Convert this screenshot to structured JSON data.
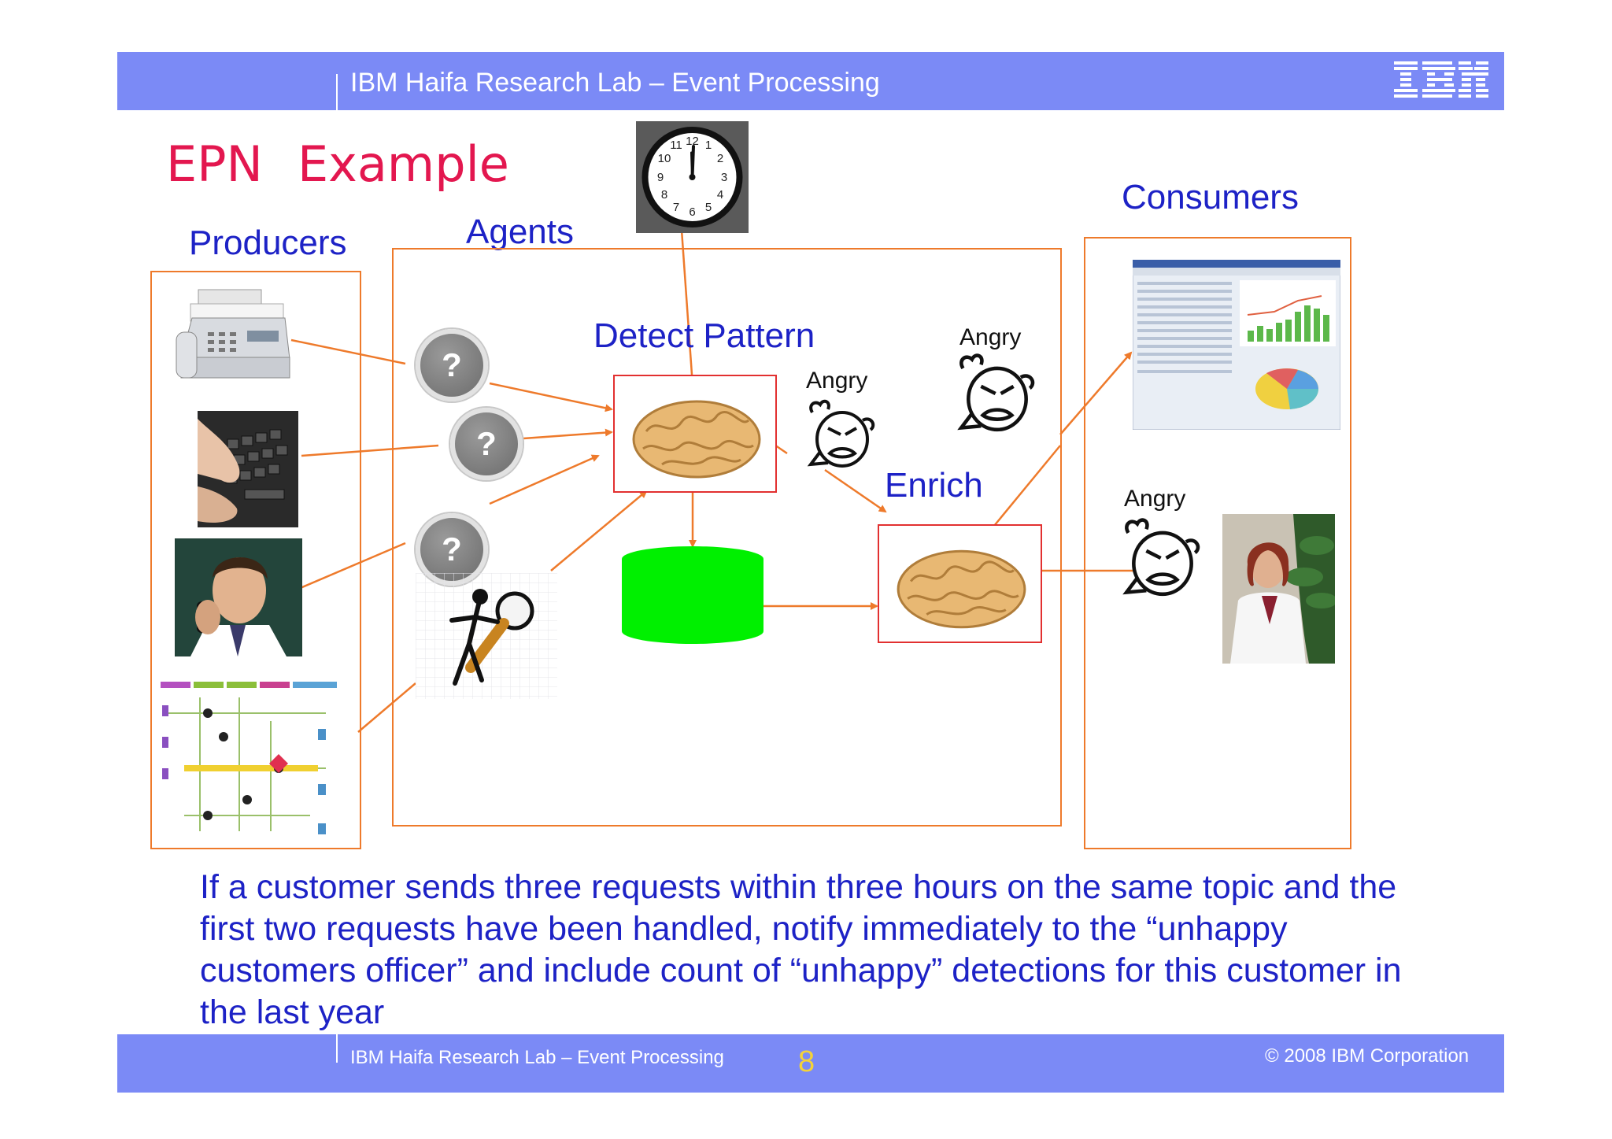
{
  "header": {
    "title": "IBM Haifa Research Lab – Event Processing",
    "logo_icon": "ibm-logo-icon"
  },
  "slide": {
    "title_part1": "EPN",
    "title_part2": "Example",
    "title_color": "#e3174f",
    "text_color": "#1d22c6"
  },
  "diagram": {
    "producers_label": "Producers",
    "agents_label": "Agents",
    "consumers_label": "Consumers",
    "detect_pattern_label": "Detect Pattern",
    "enrich_label": "Enrich",
    "angry_labels": [
      "Angry",
      "Angry",
      "Angry"
    ],
    "question_mark": "?",
    "clock_numbers": [
      "12",
      "1",
      "2",
      "3",
      "4",
      "5",
      "6",
      "7",
      "8",
      "9",
      "10",
      "11"
    ],
    "line_color": "#ee7a2b",
    "database_color": "#00f000"
  },
  "description": "If a customer sends three requests within three hours on the same topic and the first two requests have been handled, notify immediately  to the “unhappy customers officer” and include count of “unhappy” detections  for this customer in the last year",
  "footer": {
    "title": "IBM Haifa Research Lab – Event Processing",
    "page_number": "8",
    "copyright": "© 2008 IBM Corporation"
  }
}
